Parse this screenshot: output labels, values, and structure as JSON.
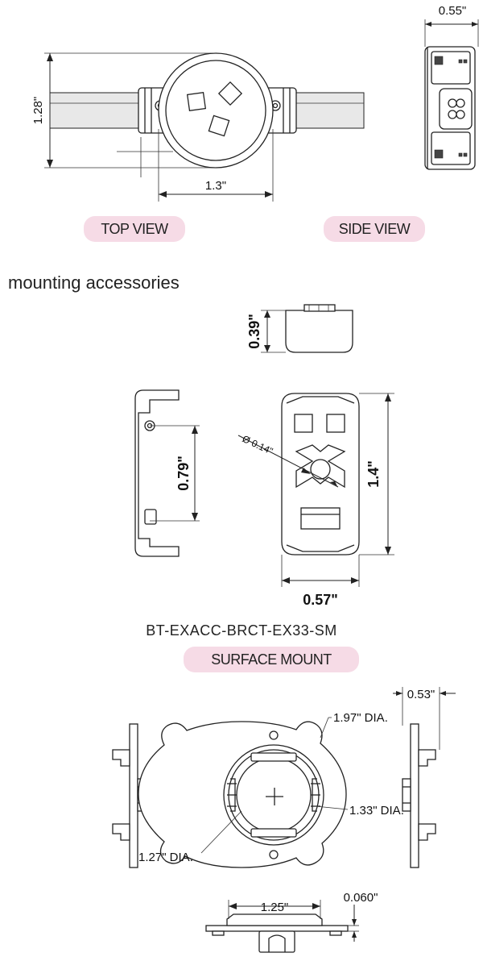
{
  "labels": {
    "top_view": "TOP VIEW",
    "side_view": "SIDE VIEW",
    "section_heading": "mounting accessories",
    "part_number": "BT-EXACC-BRCT-EX33-SM",
    "surface_mount": "SURFACE MOUNT"
  },
  "dimensions": {
    "top_height": "1.28\"",
    "top_width": "1.3\"",
    "side_width": "0.55\"",
    "clip_height": "0.39\"",
    "bracket_hole_spacing": "0.79\"",
    "hole_diameter": "Ø 0.14\"",
    "bracket_length": "1.4\"",
    "bracket_width": "0.57\"",
    "mount_side_depth": "0.53\"",
    "outer_diameter": "1.97\" DIA.",
    "inner_diameter": "1.33\" DIA.",
    "seat_diameter": "1.27\" DIA.",
    "bottom_width": "1.25\"",
    "plate_thickness": "0.060\""
  }
}
